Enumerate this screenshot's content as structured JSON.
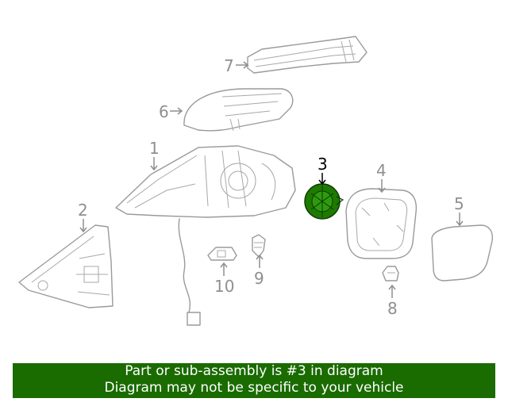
{
  "diagram": {
    "callouts": {
      "c1": "1",
      "c2": "2",
      "c3": "3",
      "c4": "4",
      "c5": "5",
      "c6": "6",
      "c7": "7",
      "c8": "8",
      "c9": "9",
      "c10": "10"
    },
    "highlighted_part": "3",
    "highlight_color": "#1f7a00"
  },
  "banner": {
    "line1": "Part or sub-assembly is #3 in diagram",
    "line2": "Diagram may not be specific to your vehicle",
    "background": "#1a6b00"
  }
}
